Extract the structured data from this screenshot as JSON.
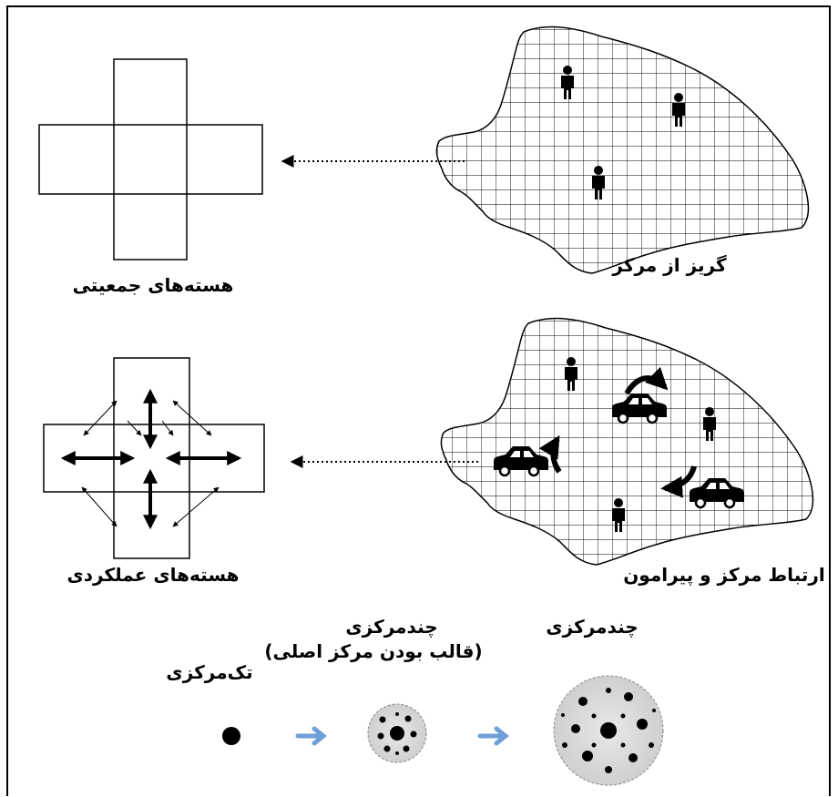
{
  "labels": {
    "centrifugal": "گریز از مرکز",
    "population_cores": "هسته‌های جمعیتی",
    "center_periphery_link": "ارتباط مرکز و پیرامون",
    "functional_cores": "هسته‌های عملکردی",
    "monocentric": "تک‌مرکزی",
    "polycentric_main_title": "چندمرکزی",
    "polycentric_main_sub": "(قالب بودن مرکز اصلی)",
    "polycentric": "چندمرکزی"
  },
  "colors": {
    "ink": "#000000",
    "flow_arrow": "#6f9fd8",
    "dot_fill": "#d9d9d9"
  },
  "icons": [
    "person-icon",
    "car-icon",
    "curved-arrow-icon",
    "cross-shape",
    "dotted-arrow"
  ]
}
